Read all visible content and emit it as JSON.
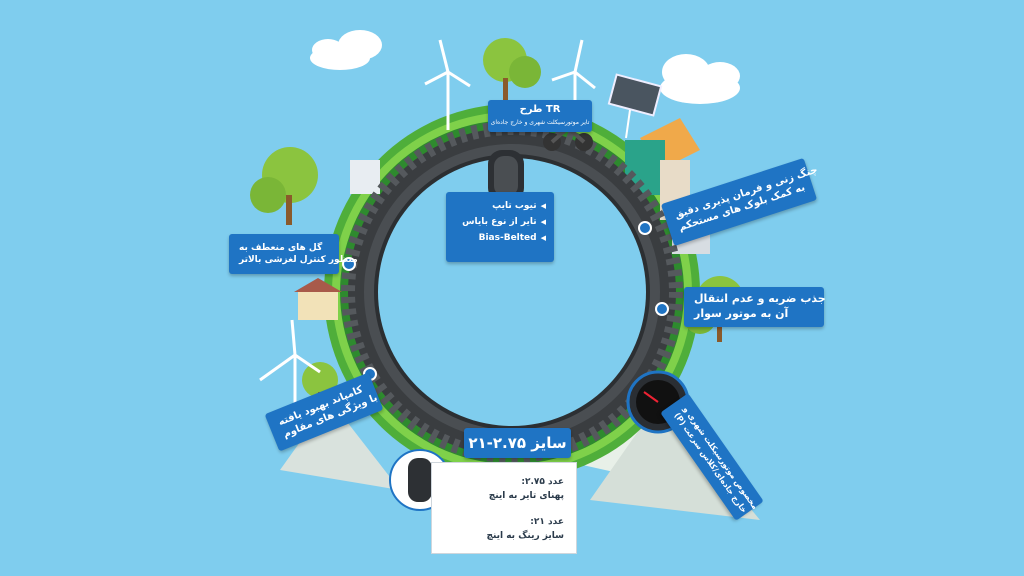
{
  "colors": {
    "sky": "#7fcdee",
    "label_blue": "#1f74c4",
    "grass": "#5cb43a",
    "tire": "#3a3d40"
  },
  "tr_box": {
    "title": "طرح TR",
    "subtitle": "تایر موتورسیکلت شهری و خارج جاده‌ای"
  },
  "spec_box": {
    "items": [
      "تیوب تایپ",
      "تایر از نوع بایاس",
      "Bias-Belted"
    ]
  },
  "labels": {
    "left_top": [
      "گل های منعطف به",
      "منظور کنترل لغزشی بالاتر"
    ],
    "right_top": [
      "چنگ زنی و فرمان پذیری دقیق",
      "به کمک بلوک های مستحکم"
    ],
    "right_mid": [
      "جذب ضربه و عدم انتقال",
      "آن به موتور سوار"
    ],
    "left_bottom": [
      "کامپاند بهبود یافته",
      "با ویژگی های مقاوم"
    ],
    "right_bottom": [
      "مخصوص موتورسیکلت شهری و",
      "خارج جاده‌ای/کلاس سرعت (P)"
    ]
  },
  "size": {
    "title": "سایز ۲.۷۵-۲۱",
    "num1_label": "عدد ۲.۷۵:",
    "num1_text": "پهنای تایر به اینچ",
    "num2_label": "عدد ۲۱:",
    "num2_text": "سایز رینگ به اینچ"
  },
  "icons": [
    "cloud-icon",
    "wind-turbine-icon",
    "tree-icon",
    "building-icon",
    "solar-panel-icon",
    "motorcycle-icon",
    "speedometer-icon",
    "tire-icon",
    "mountain-icon"
  ]
}
